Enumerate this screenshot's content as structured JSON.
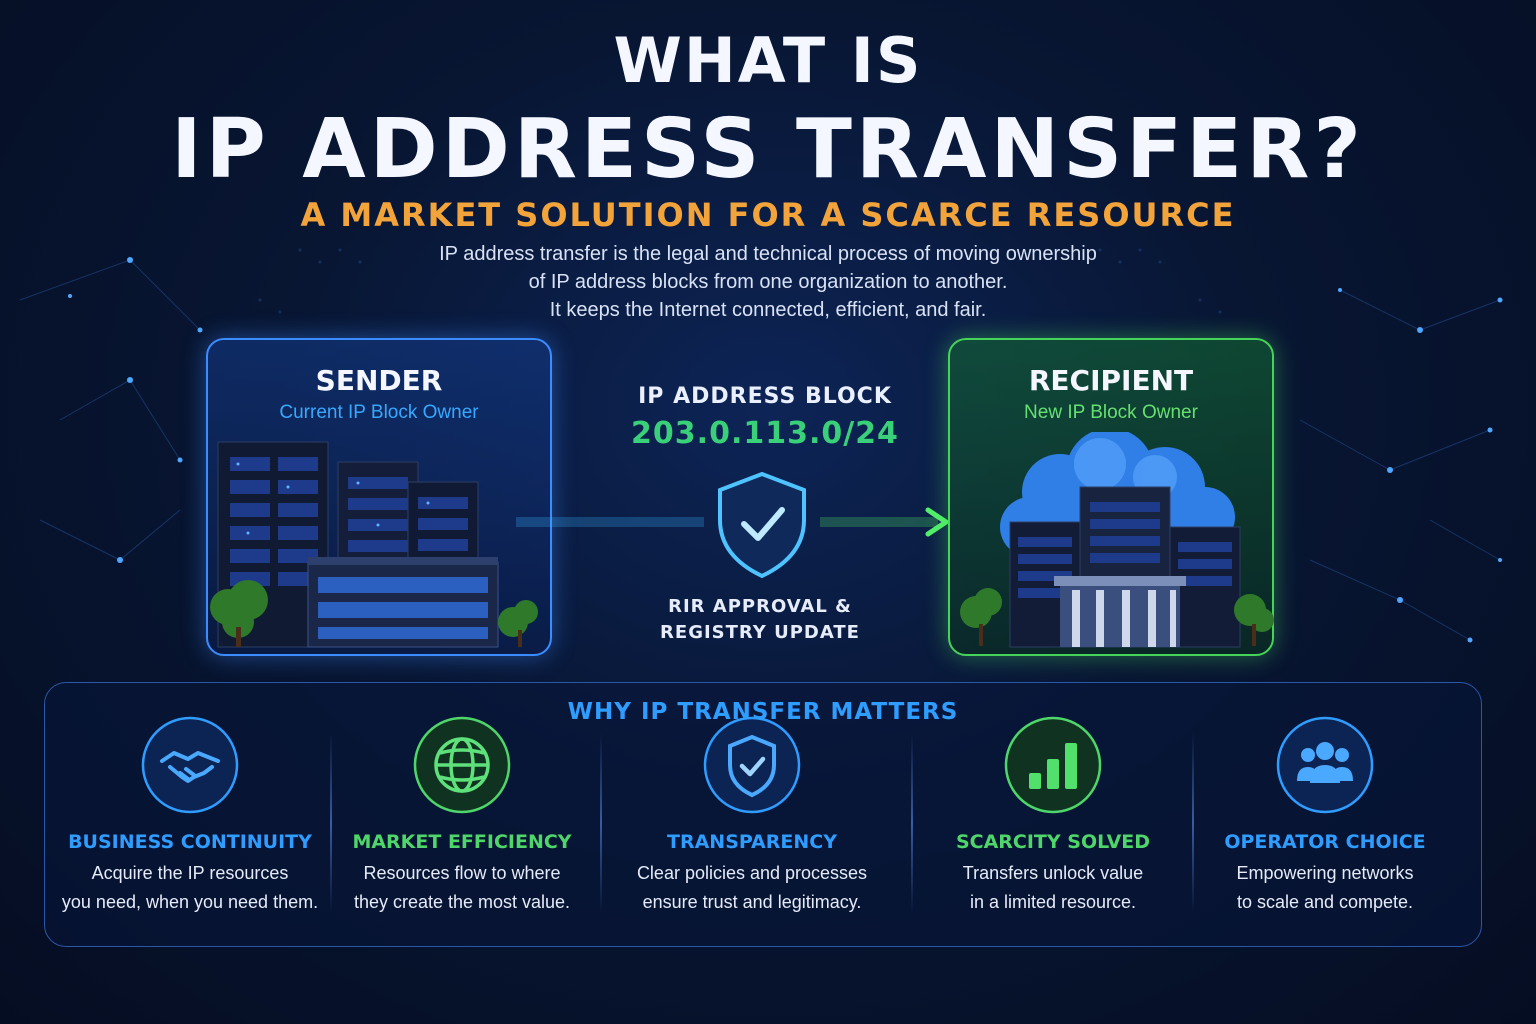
{
  "header": {
    "title_line1": "WHAT IS",
    "title_line2": "IP ADDRESS TRANSFER?",
    "subtitle": "A MARKET SOLUTION FOR A SCARCE RESOURCE",
    "description": [
      "IP address transfer is the legal and technical process of moving ownership",
      "of IP address blocks from one organization to another.",
      "It keeps the Internet connected, efficient, and fair."
    ]
  },
  "sender": {
    "title": "SENDER",
    "subtitle": "Current IP Block Owner",
    "icon": "data-center-building-icon"
  },
  "recipient": {
    "title": "RECIPIENT",
    "subtitle": "New IP Block Owner",
    "icon": "cloud-data-center-building-icon"
  },
  "transfer": {
    "block_label": "IP ADDRESS BLOCK",
    "block_value": "203.0.113.0/24",
    "approval_line1": "RIR APPROVAL &",
    "approval_line2": "REGISTRY UPDATE",
    "icon": "shield-check-icon"
  },
  "why": {
    "title": "WHY IP TRANSFER MATTERS",
    "features": [
      {
        "title": "BUSINESS CONTINUITY",
        "line1": "Acquire the IP resources",
        "line2": "you need, when you need them.",
        "icon": "handshake-icon",
        "color": "#2f9cff"
      },
      {
        "title": "MARKET EFFICIENCY",
        "line1": "Resources flow to where",
        "line2": "they create the most value.",
        "icon": "globe-icon",
        "color": "#4fd66a"
      },
      {
        "title": "TRANSPARENCY",
        "line1": "Clear policies and processes",
        "line2": "ensure trust and legitimacy.",
        "icon": "shield-check-icon",
        "color": "#2f9cff"
      },
      {
        "title": "SCARCITY SOLVED",
        "line1": "Transfers unlock value",
        "line2": "in a limited resource.",
        "icon": "bar-chart-icon",
        "color": "#4fd66a"
      },
      {
        "title": "OPERATOR CHOICE",
        "line1": "Empowering networks",
        "line2": "to scale and compete.",
        "icon": "users-group-icon",
        "color": "#2f9cff"
      }
    ]
  },
  "colors": {
    "background": "#081633",
    "accent_orange": "#f2a33a",
    "accent_blue": "#2f9cff",
    "accent_green": "#4fd66a"
  }
}
